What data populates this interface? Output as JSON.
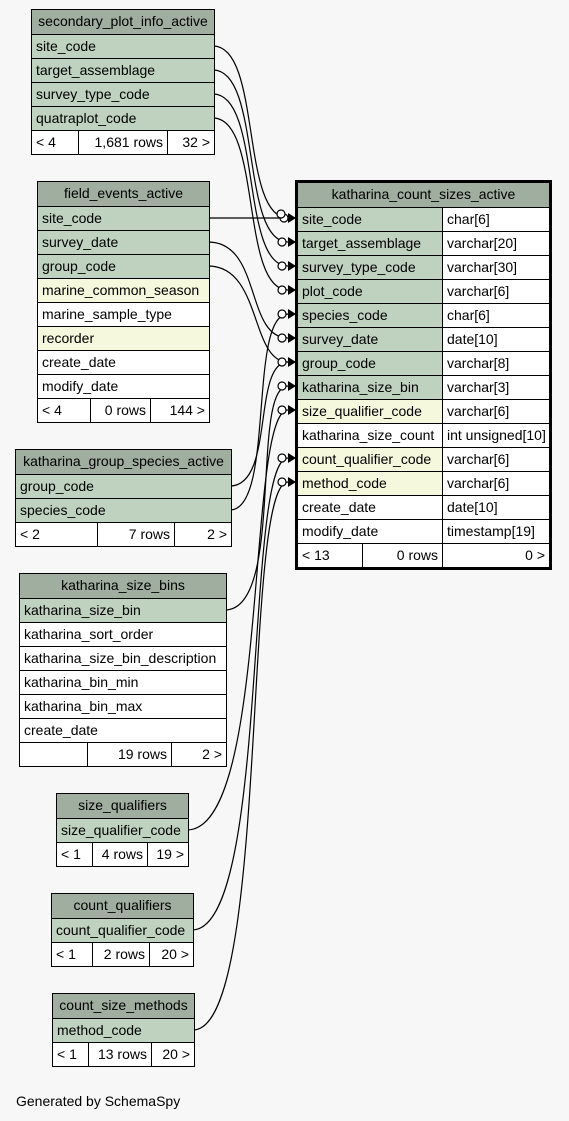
{
  "footer": "Generated by SchemaSpy",
  "tables": {
    "secondary_plot_info_active": {
      "title": "secondary_plot_info_active",
      "columns": [
        "site_code",
        "target_assemblage",
        "survey_type_code",
        "quatraplot_code"
      ],
      "stats": {
        "parents": "< 4",
        "rows": "1,681 rows",
        "children": "32 >"
      }
    },
    "field_events_active": {
      "title": "field_events_active",
      "columns": [
        "site_code",
        "survey_date",
        "group_code",
        "marine_common_season",
        "marine_sample_type",
        "recorder",
        "create_date",
        "modify_date"
      ],
      "stats": {
        "parents": "< 4",
        "rows": "0 rows",
        "children": "144 >"
      }
    },
    "katharina_group_species_active": {
      "title": "katharina_group_species_active",
      "columns": [
        "group_code",
        "species_code"
      ],
      "stats": {
        "parents": "< 2",
        "rows": "7 rows",
        "children": "2 >"
      }
    },
    "katharina_size_bins": {
      "title": "katharina_size_bins",
      "columns": [
        "katharina_size_bin",
        "katharina_sort_order",
        "katharina_size_bin_description",
        "katharina_bin_min",
        "katharina_bin_max",
        "create_date"
      ],
      "stats": {
        "parents": "",
        "rows": "19 rows",
        "children": "2 >"
      }
    },
    "size_qualifiers": {
      "title": "size_qualifiers",
      "columns": [
        "size_qualifier_code"
      ],
      "stats": {
        "parents": "< 1",
        "rows": "4 rows",
        "children": "19 >"
      }
    },
    "count_qualifiers": {
      "title": "count_qualifiers",
      "columns": [
        "count_qualifier_code"
      ],
      "stats": {
        "parents": "< 1",
        "rows": "2 rows",
        "children": "20 >"
      }
    },
    "count_size_methods": {
      "title": "count_size_methods",
      "columns": [
        "method_code"
      ],
      "stats": {
        "parents": "< 1",
        "rows": "13 rows",
        "children": "20 >"
      }
    },
    "katharina_count_sizes_active": {
      "title": "katharina_count_sizes_active",
      "columns": [
        {
          "name": "site_code",
          "type": "char[6]"
        },
        {
          "name": "target_assemblage",
          "type": "varchar[20]"
        },
        {
          "name": "survey_type_code",
          "type": "varchar[30]"
        },
        {
          "name": "plot_code",
          "type": "varchar[6]"
        },
        {
          "name": "species_code",
          "type": "char[6]"
        },
        {
          "name": "survey_date",
          "type": "date[10]"
        },
        {
          "name": "group_code",
          "type": "varchar[8]"
        },
        {
          "name": "katharina_size_bin",
          "type": "varchar[3]"
        },
        {
          "name": "size_qualifier_code",
          "type": "varchar[6]"
        },
        {
          "name": "katharina_size_count",
          "type": "int unsigned[10]"
        },
        {
          "name": "count_qualifier_code",
          "type": "varchar[6]"
        },
        {
          "name": "method_code",
          "type": "varchar[6]"
        },
        {
          "name": "create_date",
          "type": "date[10]"
        },
        {
          "name": "modify_date",
          "type": "timestamp[19]"
        }
      ],
      "stats": {
        "parents": "< 13",
        "rows": "0 rows",
        "children": "0 >"
      }
    }
  }
}
